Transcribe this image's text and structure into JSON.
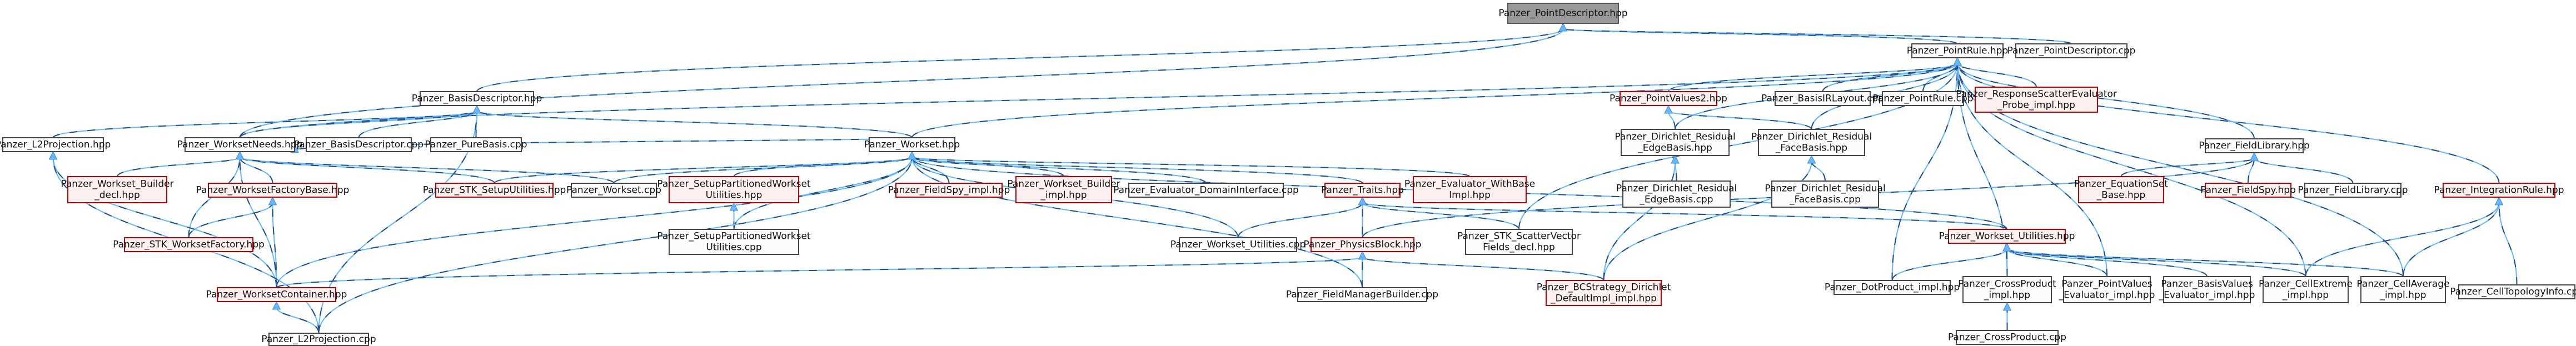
{
  "graph": {
    "title": "Panzer_PointDescriptor.hpp include dependency graph",
    "colors": {
      "edge": "#63b8ff",
      "root_fill": "#999999",
      "red_border": "#c00000",
      "red_fill": "#fff0f0",
      "plain_border": "#444444"
    },
    "nodes": [
      {
        "id": "n_pdhpp",
        "lines": [
          "Panzer_PointDescriptor.hpp"
        ],
        "kind": "root"
      },
      {
        "id": "n_prhpp",
        "lines": [
          "Panzer_PointRule.hpp"
        ],
        "kind": "plain"
      },
      {
        "id": "n_pdcpp",
        "lines": [
          "Panzer_PointDescriptor.cpp"
        ],
        "kind": "plain"
      },
      {
        "id": "n_bdhpp",
        "lines": [
          "Panzer_BasisDescriptor.hpp"
        ],
        "kind": "plain"
      },
      {
        "id": "n_l2hpp",
        "lines": [
          "Panzer_L2Projection.hpp"
        ],
        "kind": "plain"
      },
      {
        "id": "n_wneeds",
        "lines": [
          "Panzer_WorksetNeeds.hpp"
        ],
        "kind": "plain"
      },
      {
        "id": "n_bdcpp",
        "lines": [
          "Panzer_BasisDescriptor.cpp"
        ],
        "kind": "plain"
      },
      {
        "id": "n_pbcpp",
        "lines": [
          "Panzer_PureBasis.cpp"
        ],
        "kind": "plain"
      },
      {
        "id": "n_wbdecl",
        "lines": [
          "Panzer_Workset_Builder",
          "_decl.hpp"
        ],
        "kind": "red"
      },
      {
        "id": "n_wfb",
        "lines": [
          "Panzer_WorksetFactoryBase.hpp"
        ],
        "kind": "red"
      },
      {
        "id": "n_stksu",
        "lines": [
          "Panzer_STK_SetupUtilities.hpp"
        ],
        "kind": "red"
      },
      {
        "id": "n_stkwf",
        "lines": [
          "Panzer_STK_WorksetFactory.hpp"
        ],
        "kind": "red"
      },
      {
        "id": "n_wcont",
        "lines": [
          "Panzer_WorksetContainer.hpp"
        ],
        "kind": "red"
      },
      {
        "id": "n_l2cpp",
        "lines": [
          "Panzer_L2Projection.cpp"
        ],
        "kind": "plain"
      },
      {
        "id": "n_wcpp",
        "lines": [
          "Panzer_Workset.cpp"
        ],
        "kind": "plain"
      },
      {
        "id": "n_spwuh",
        "lines": [
          "Panzer_SetupPartitionedWorkset",
          "Utilities.hpp"
        ],
        "kind": "red"
      },
      {
        "id": "n_spwuc",
        "lines": [
          "Panzer_SetupPartitionedWorkset",
          "Utilities.cpp"
        ],
        "kind": "plain"
      },
      {
        "id": "n_whpp",
        "lines": [
          "Panzer_Workset.hpp"
        ],
        "kind": "plain"
      },
      {
        "id": "n_fsimpl",
        "lines": [
          "Panzer_FieldSpy_impl.hpp"
        ],
        "kind": "red"
      },
      {
        "id": "n_wbimpl",
        "lines": [
          "Panzer_Workset_Builder",
          "_impl.hpp"
        ],
        "kind": "red"
      },
      {
        "id": "n_edi",
        "lines": [
          "Panzer_Evaluator_DomainInterface.cpp"
        ],
        "kind": "plain"
      },
      {
        "id": "n_traits",
        "lines": [
          "Panzer_Traits.hpp"
        ],
        "kind": "red"
      },
      {
        "id": "n_ewbi",
        "lines": [
          "Panzer_Evaluator_WithBase",
          "Impl.hpp"
        ],
        "kind": "red"
      },
      {
        "id": "n_wucpp",
        "lines": [
          "Panzer_Workset_Utilities.cpp"
        ],
        "kind": "plain"
      },
      {
        "id": "n_pblock",
        "lines": [
          "Panzer_PhysicsBlock.hpp"
        ],
        "kind": "red"
      },
      {
        "id": "n_stksv",
        "lines": [
          "Panzer_STK_ScatterVector",
          "Fields_decl.hpp"
        ],
        "kind": "plain"
      },
      {
        "id": "n_fmb",
        "lines": [
          "Panzer_FieldManagerBuilder.cpp"
        ],
        "kind": "plain"
      },
      {
        "id": "n_bcsd",
        "lines": [
          "Panzer_BCStrategy_Dirichlet",
          "_DefaultImpl_impl.hpp"
        ],
        "kind": "red"
      },
      {
        "id": "n_pv2",
        "lines": [
          "Panzer_PointValues2.hpp"
        ],
        "kind": "red"
      },
      {
        "id": "n_dreh",
        "lines": [
          "Panzer_Dirichlet_Residual",
          "_EdgeBasis.hpp"
        ],
        "kind": "plain"
      },
      {
        "id": "n_drfh",
        "lines": [
          "Panzer_Dirichlet_Residual",
          "_FaceBasis.hpp"
        ],
        "kind": "plain"
      },
      {
        "id": "n_drec",
        "lines": [
          "Panzer_Dirichlet_Residual",
          "_EdgeBasis.cpp"
        ],
        "kind": "plain"
      },
      {
        "id": "n_drfc",
        "lines": [
          "Panzer_Dirichlet_Residual",
          "_FaceBasis.cpp"
        ],
        "kind": "plain"
      },
      {
        "id": "n_birl",
        "lines": [
          "Panzer_BasisIRLayout.cpp"
        ],
        "kind": "plain"
      },
      {
        "id": "n_prcpp",
        "lines": [
          "Panzer_PointRule.cpp"
        ],
        "kind": "plain"
      },
      {
        "id": "n_rse",
        "lines": [
          "Panzer_ResponseScatterEvaluator",
          "_Probe_impl.hpp"
        ],
        "kind": "red"
      },
      {
        "id": "n_flhpp",
        "lines": [
          "Panzer_FieldLibrary.hpp"
        ],
        "kind": "plain"
      },
      {
        "id": "n_esb",
        "lines": [
          "Panzer_EquationSet",
          "_Base.hpp"
        ],
        "kind": "red"
      },
      {
        "id": "n_fshpp",
        "lines": [
          "Panzer_FieldSpy.hpp"
        ],
        "kind": "red"
      },
      {
        "id": "n_flcpp",
        "lines": [
          "Panzer_FieldLibrary.cpp"
        ],
        "kind": "plain"
      },
      {
        "id": "n_irhpp",
        "lines": [
          "Panzer_IntegrationRule.hpp"
        ],
        "kind": "red"
      },
      {
        "id": "n_wuhpp",
        "lines": [
          "Panzer_Workset_Utilities.hpp"
        ],
        "kind": "red"
      },
      {
        "id": "n_dpimpl",
        "lines": [
          "Panzer_DotProduct_impl.hpp"
        ],
        "kind": "plain"
      },
      {
        "id": "n_cpimpl",
        "lines": [
          "Panzer_CrossProduct",
          "_impl.hpp"
        ],
        "kind": "plain"
      },
      {
        "id": "n_pvei",
        "lines": [
          "Panzer_PointValues",
          "_Evaluator_impl.hpp"
        ],
        "kind": "plain"
      },
      {
        "id": "n_bvei",
        "lines": [
          "Panzer_BasisValues",
          "_Evaluator_impl.hpp"
        ],
        "kind": "plain"
      },
      {
        "id": "n_ceimpl",
        "lines": [
          "Panzer_CellExtreme",
          "_impl.hpp"
        ],
        "kind": "plain"
      },
      {
        "id": "n_caimpl",
        "lines": [
          "Panzer_CellAverage",
          "_impl.hpp"
        ],
        "kind": "plain"
      },
      {
        "id": "n_ctinfo",
        "lines": [
          "Panzer_CellTopologyInfo.cpp"
        ],
        "kind": "plain"
      },
      {
        "id": "n_cpcpp",
        "lines": [
          "Panzer_CrossProduct.cpp"
        ],
        "kind": "plain"
      }
    ],
    "edges": [
      [
        "n_prhpp",
        "n_pdhpp"
      ],
      [
        "n_pdcpp",
        "n_pdhpp"
      ],
      [
        "n_bdhpp",
        "n_pdhpp"
      ],
      [
        "n_wneeds",
        "n_pdhpp"
      ],
      [
        "n_pv2",
        "n_prhpp"
      ],
      [
        "n_birl",
        "n_prhpp"
      ],
      [
        "n_prcpp",
        "n_prhpp"
      ],
      [
        "n_rse",
        "n_prhpp"
      ],
      [
        "n_flhpp",
        "n_prhpp"
      ],
      [
        "n_irhpp",
        "n_prhpp"
      ],
      [
        "n_wneeds",
        "n_prhpp"
      ],
      [
        "n_whpp",
        "n_prhpp"
      ],
      [
        "n_dreh",
        "n_prhpp"
      ],
      [
        "n_drfh",
        "n_prhpp"
      ],
      [
        "n_stksv",
        "n_prhpp"
      ],
      [
        "n_dpimpl",
        "n_prhpp"
      ],
      [
        "n_cpimpl",
        "n_prhpp"
      ],
      [
        "n_ceimpl",
        "n_prhpp"
      ],
      [
        "n_caimpl",
        "n_prhpp"
      ],
      [
        "n_pvei",
        "n_prhpp"
      ],
      [
        "n_l2hpp",
        "n_bdhpp"
      ],
      [
        "n_wneeds",
        "n_bdhpp"
      ],
      [
        "n_bdcpp",
        "n_bdhpp"
      ],
      [
        "n_pbcpp",
        "n_bdhpp"
      ],
      [
        "n_l2cpp",
        "n_bdhpp"
      ],
      [
        "n_whpp",
        "n_bdhpp"
      ],
      [
        "n_wbdecl",
        "n_wneeds"
      ],
      [
        "n_wfb",
        "n_wneeds"
      ],
      [
        "n_stksu",
        "n_wneeds"
      ],
      [
        "n_stkwf",
        "n_wneeds"
      ],
      [
        "n_wcont",
        "n_wneeds"
      ],
      [
        "n_whpp",
        "n_wneeds"
      ],
      [
        "n_wcpp",
        "n_wneeds"
      ],
      [
        "n_stkwf",
        "n_wfb"
      ],
      [
        "n_wcont",
        "n_wfb"
      ],
      [
        "n_wcont",
        "n_l2hpp"
      ],
      [
        "n_l2cpp",
        "n_l2hpp"
      ],
      [
        "n_l2cpp",
        "n_wcont"
      ],
      [
        "n_spwuc",
        "n_spwuh"
      ],
      [
        "n_wcpp",
        "n_whpp"
      ],
      [
        "n_spwuh",
        "n_whpp"
      ],
      [
        "n_spwuc",
        "n_whpp"
      ],
      [
        "n_fsimpl",
        "n_whpp"
      ],
      [
        "n_wbimpl",
        "n_whpp"
      ],
      [
        "n_edi",
        "n_whpp"
      ],
      [
        "n_traits",
        "n_whpp"
      ],
      [
        "n_ewbi",
        "n_whpp"
      ],
      [
        "n_wucpp",
        "n_whpp"
      ],
      [
        "n_wuhpp",
        "n_whpp"
      ],
      [
        "n_fmb",
        "n_whpp"
      ],
      [
        "n_stksu",
        "n_whpp"
      ],
      [
        "n_l2cpp",
        "n_whpp"
      ],
      [
        "n_wcont",
        "n_whpp"
      ],
      [
        "n_wucpp",
        "n_traits"
      ],
      [
        "n_pblock",
        "n_traits"
      ],
      [
        "n_stksv",
        "n_traits"
      ],
      [
        "n_fmb",
        "n_traits"
      ],
      [
        "n_wuhpp",
        "n_traits"
      ],
      [
        "n_fmb",
        "n_pblock"
      ],
      [
        "n_bcsd",
        "n_pblock"
      ],
      [
        "n_wcont",
        "n_pblock"
      ],
      [
        "n_dreh",
        "n_pv2"
      ],
      [
        "n_drfh",
        "n_pv2"
      ],
      [
        "n_drec",
        "n_dreh"
      ],
      [
        "n_drfc",
        "n_drfh"
      ],
      [
        "n_bcsd",
        "n_dreh"
      ],
      [
        "n_bcsd",
        "n_drfh"
      ],
      [
        "n_esb",
        "n_flhpp"
      ],
      [
        "n_fshpp",
        "n_flhpp"
      ],
      [
        "n_flcpp",
        "n_flhpp"
      ],
      [
        "n_pblock",
        "n_flhpp"
      ],
      [
        "n_dpimpl",
        "n_wuhpp"
      ],
      [
        "n_cpimpl",
        "n_wuhpp"
      ],
      [
        "n_pvei",
        "n_wuhpp"
      ],
      [
        "n_bvei",
        "n_wuhpp"
      ],
      [
        "n_ceimpl",
        "n_wuhpp"
      ],
      [
        "n_caimpl",
        "n_wuhpp"
      ],
      [
        "n_cpcpp",
        "n_cpimpl"
      ],
      [
        "n_ceimpl",
        "n_irhpp"
      ],
      [
        "n_caimpl",
        "n_irhpp"
      ],
      [
        "n_ctinfo",
        "n_irhpp"
      ]
    ]
  }
}
